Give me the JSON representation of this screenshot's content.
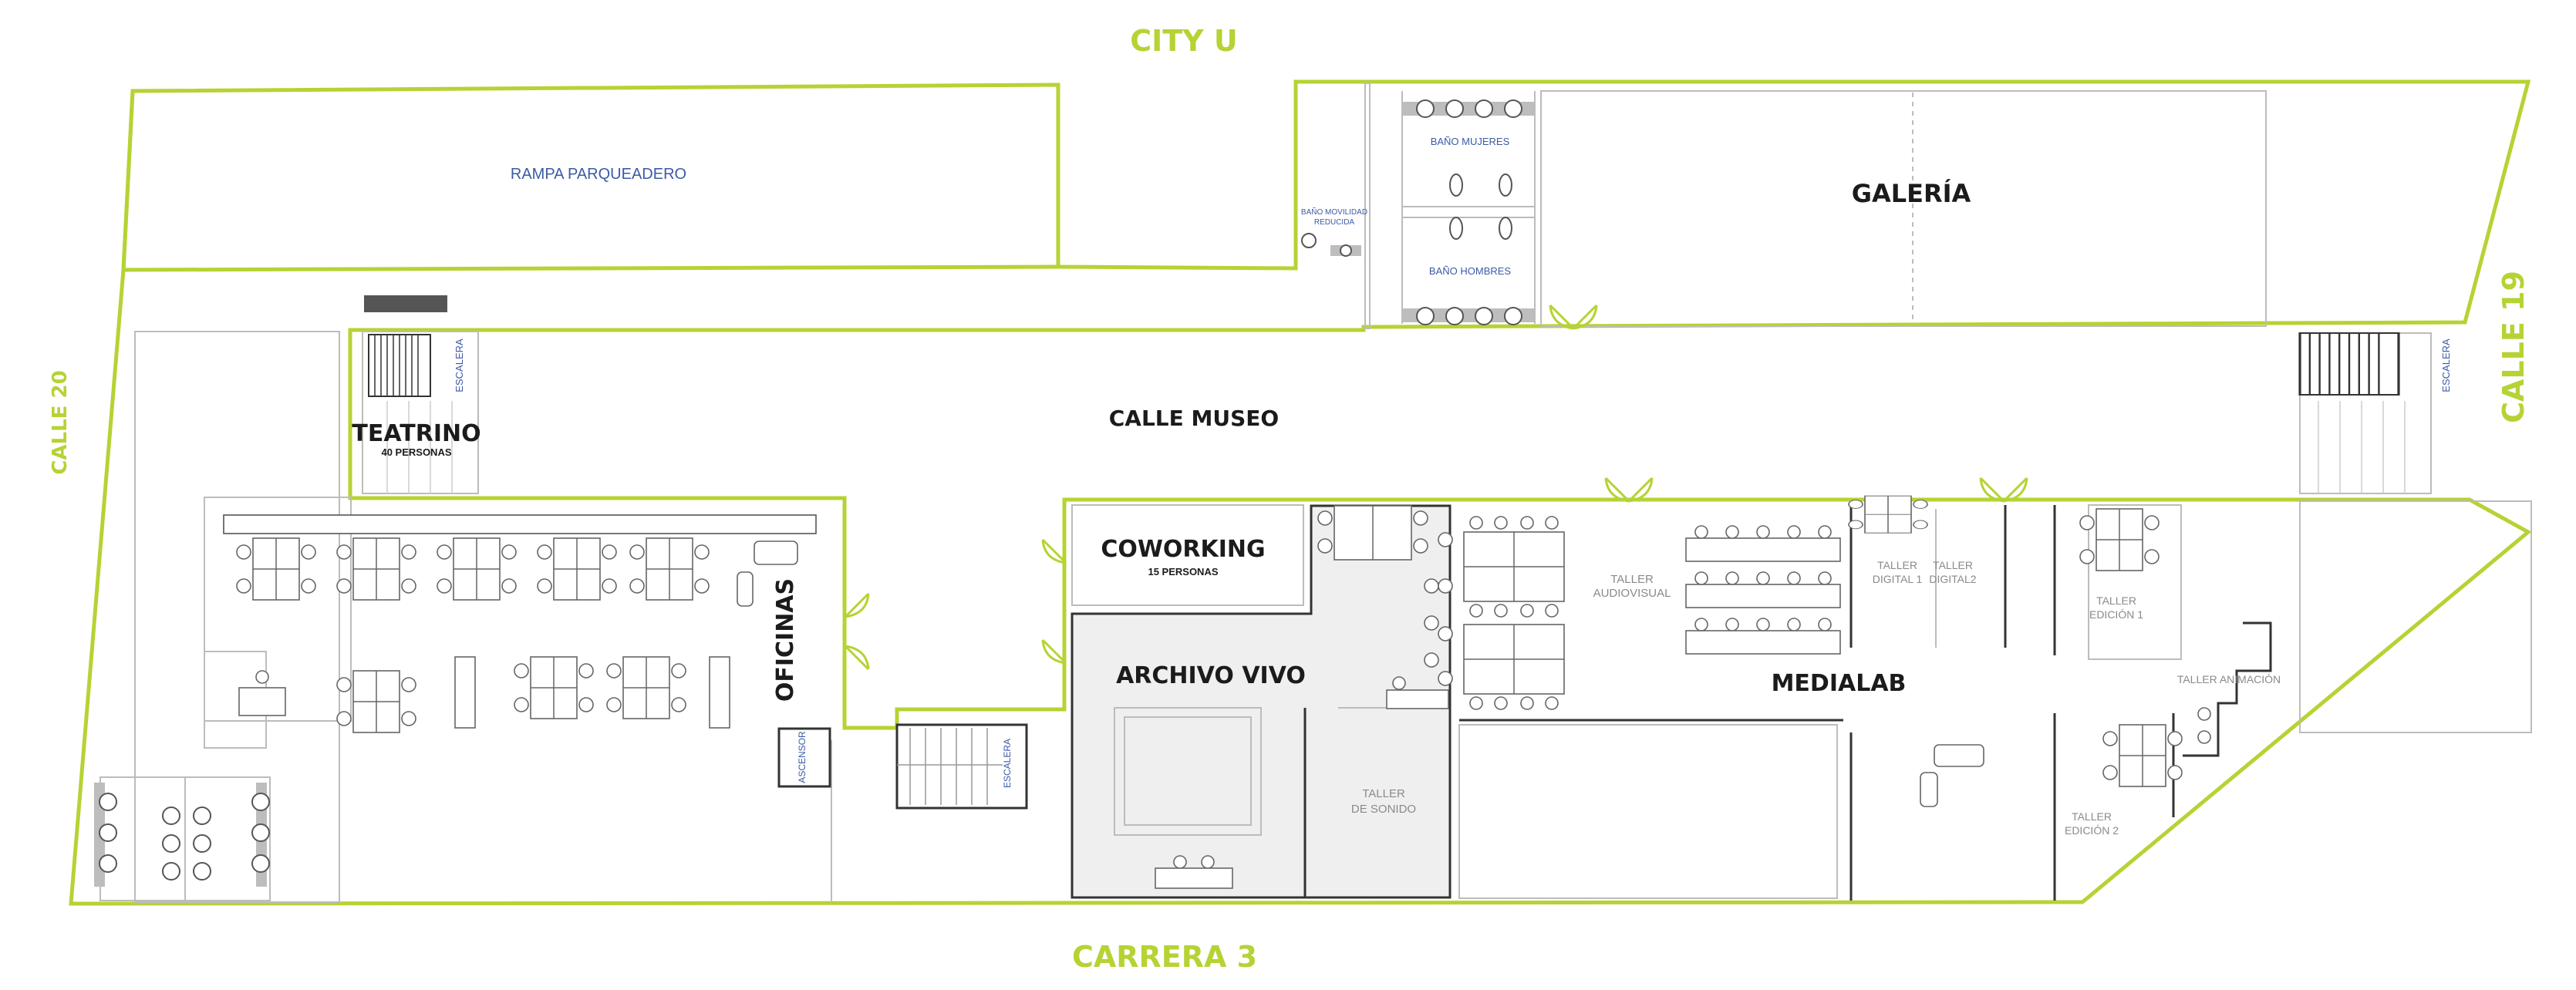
{
  "streets": {
    "north": "CITY U",
    "south": "CARRERA 3",
    "west": "CALLE 20",
    "east": "CALLE 19"
  },
  "spaces": {
    "rampa": "RAMPA PARQUEADERO",
    "banio_mujeres": "BAÑO MUJERES",
    "banio_hombres": "BAÑO HOMBRES",
    "banio_movilidad_1": "BAÑO MOVILIDAD",
    "banio_movilidad_2": "REDUCIDA",
    "galeria": "GALERÍA",
    "calle_museo": "CALLE MUSEO",
    "teatrino": "TEATRINO",
    "teatrino_cap": "40 PERSONAS",
    "escalera": "ESCALERA",
    "oficinas": "OFICINAS",
    "ascensor": "ASCENSOR",
    "coworking": "COWORKING",
    "coworking_cap": "15 PERSONAS",
    "archivo_vivo": "ARCHIVO VIVO",
    "taller_sonido_1": "TALLER",
    "taller_sonido_2": "DE SONIDO",
    "taller_audiovisual_1": "TALLER",
    "taller_audiovisual_2": "AUDIOVISUAL",
    "taller_digital1_1": "TALLER",
    "taller_digital1_2": "DIGITAL 1",
    "taller_digital2_1": "TALLER",
    "taller_digital2_2": "DIGITAL2",
    "taller_edicion1_1": "TALLER",
    "taller_edicion1_2": "EDICIÓN 1",
    "taller_edicion2_1": "TALLER",
    "taller_edicion2_2": "EDICIÓN 2",
    "taller_animacion": "TALLER ANIMACIÓN",
    "medialab": "MEDIALAB"
  },
  "colors": {
    "outline": "#b5d334",
    "blue_label": "#3b5aa6",
    "dark_label": "#1b1b1b",
    "shaded_room": "#efefef"
  }
}
